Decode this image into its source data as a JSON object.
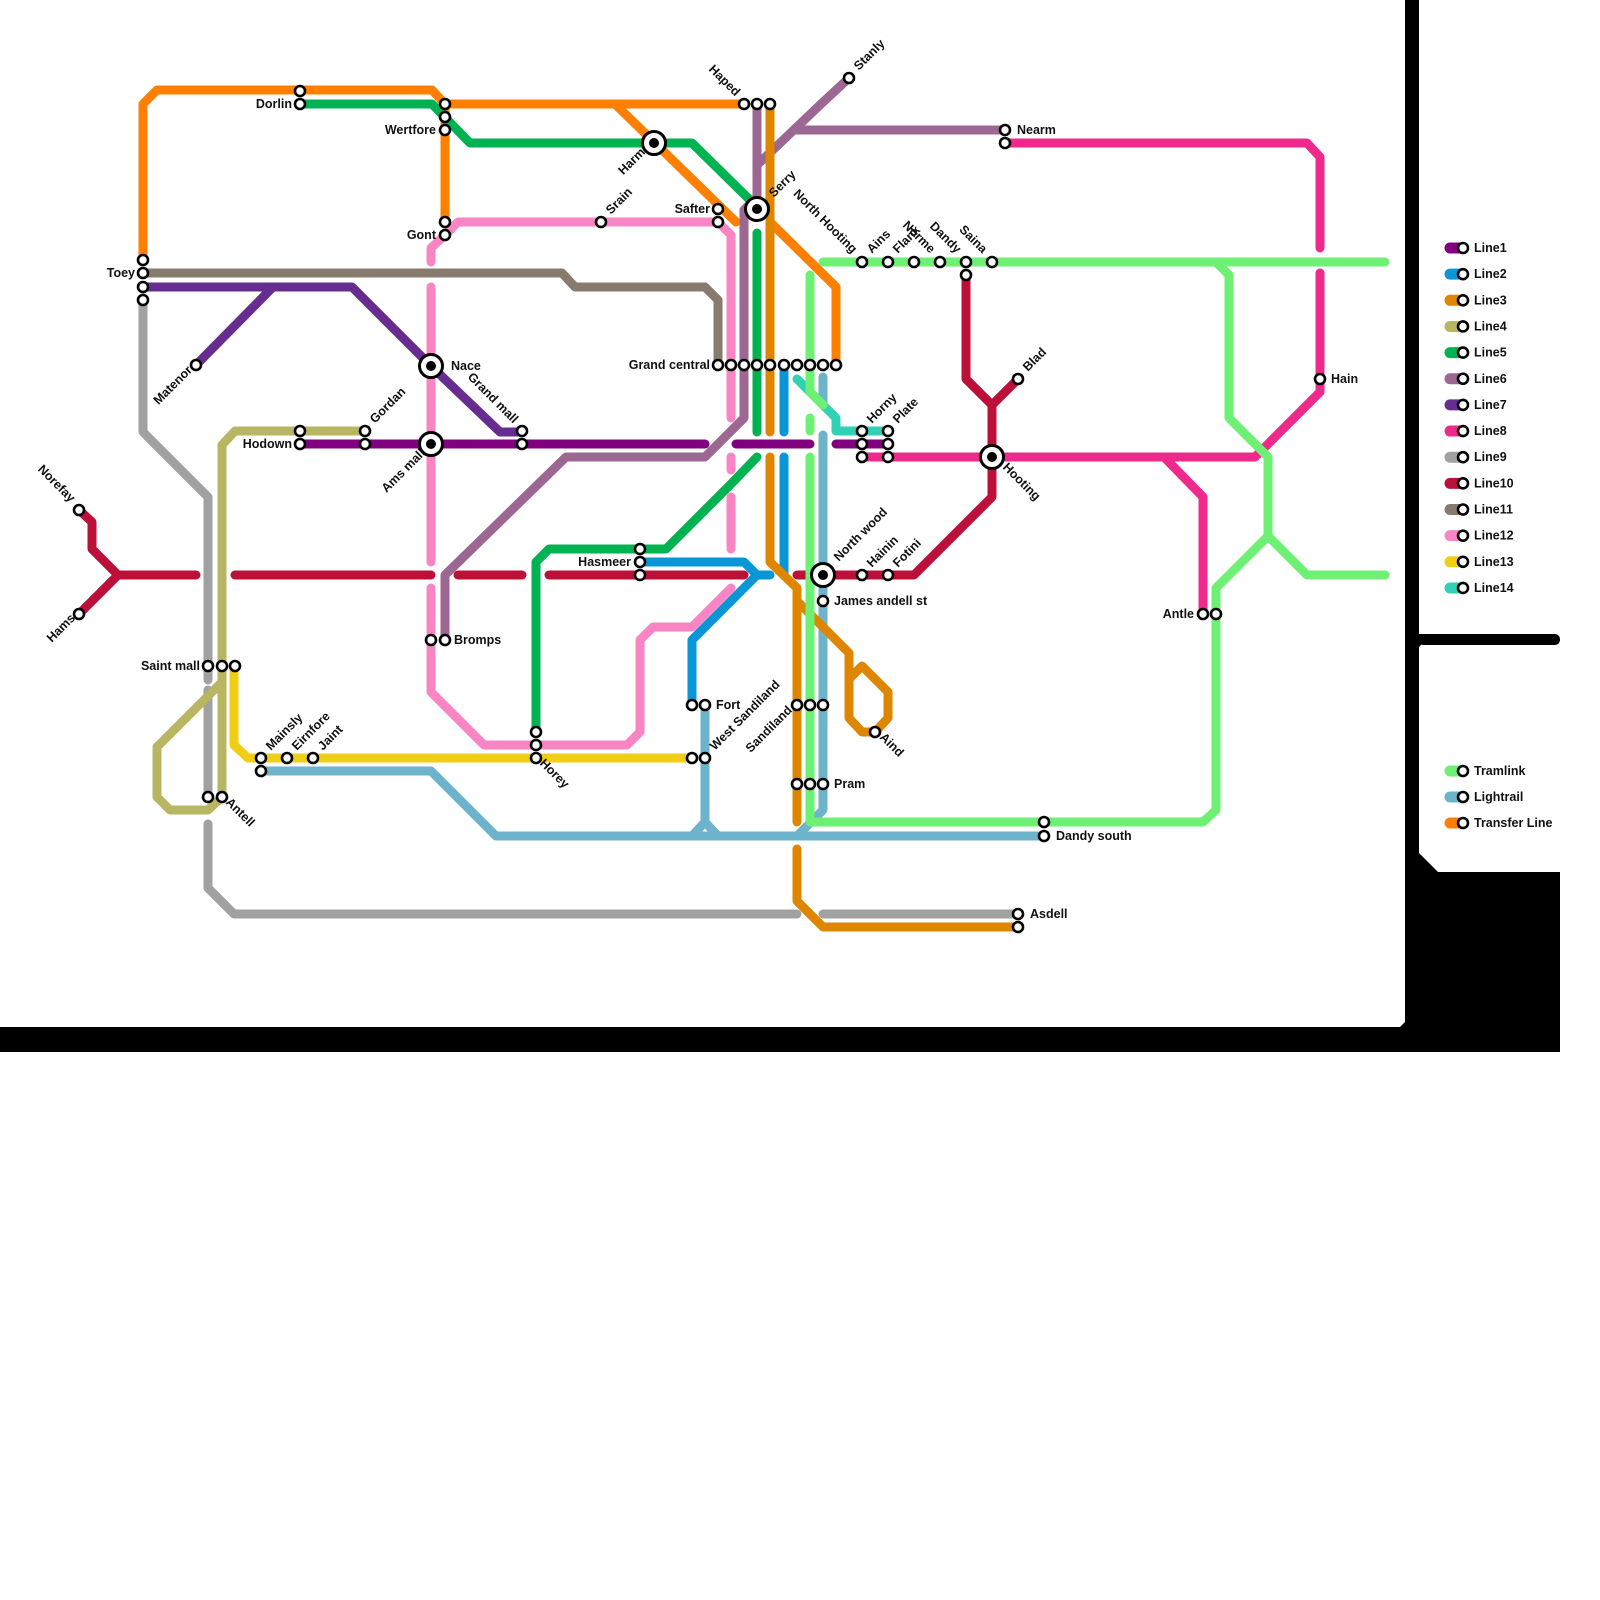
{
  "lines": [
    {
      "id": "Line1",
      "color": "#800080"
    },
    {
      "id": "Line2",
      "color": "#0896d7"
    },
    {
      "id": "Line3",
      "color": "#df8600"
    },
    {
      "id": "Line4",
      "color": "#b8b662"
    },
    {
      "id": "Line5",
      "color": "#00b251"
    },
    {
      "id": "Line6",
      "color": "#9c6792"
    },
    {
      "id": "Line7",
      "color": "#662c90"
    },
    {
      "id": "Line8",
      "color": "#f0298d"
    },
    {
      "id": "Line9",
      "color": "#a1a1a1"
    },
    {
      "id": "Line10",
      "color": "#bd1038"
    },
    {
      "id": "Line11",
      "color": "#887a6d"
    },
    {
      "id": "Line12",
      "color": "#f985c5"
    },
    {
      "id": "Line13",
      "color": "#f0ce15"
    },
    {
      "id": "Line14",
      "color": "#30d1b4"
    }
  ],
  "other_lines": [
    {
      "id": "Tramlink",
      "color": "#6ef074"
    },
    {
      "id": "Lightrail",
      "color": "#6db3cc"
    },
    {
      "id": "Transfer Line",
      "color": "#ff8000"
    }
  ],
  "stations": {
    "dorlin": "Dorlin",
    "wertfore": "Wertfore",
    "gont": "Gont",
    "toey": "Toey",
    "matenor": "Matenor",
    "norefay": "Norefay",
    "hams": "Hams",
    "saint_mall": "Saint mall",
    "mainsly": "Mainsly",
    "eirnfore": "Eirnfore",
    "jaint": "Jaint",
    "antell": "Antell",
    "hodown": "Hodown",
    "gordan": "Gordan",
    "nace": "Nace",
    "ams_mall": "Ams mall",
    "grand_mall": "Grand mall",
    "bromps": "Bromps",
    "srain": "Srain",
    "harm": "Harm",
    "safter": "Safter",
    "haped": "Haped",
    "stanly": "Stanly",
    "serry": "Serry",
    "grand_central": "Grand central",
    "hasmeer": "Hasmeer",
    "horey": "Horey",
    "fort": "Fort",
    "west_sandiland": "West Sandiland",
    "sandiland": "Sandiland",
    "pram": "Pram",
    "north_wood": "North wood",
    "james_andell": "James andell st",
    "aind": "Aind",
    "north_hooting": "North Hooting",
    "ains": "Ains",
    "flank": "Flank",
    "norme": "Norme",
    "dandy": "Dandy",
    "saina": "Saina",
    "nearm": "Nearm",
    "horny": "Horny",
    "plate": "Plate",
    "hainin": "Hainin",
    "fotini": "Fotini",
    "blad": "Blad",
    "hooting": "Hooting",
    "hain": "Hain",
    "antle": "Antle",
    "dandy_south": "Dandy south",
    "asdell": "Asdell"
  }
}
